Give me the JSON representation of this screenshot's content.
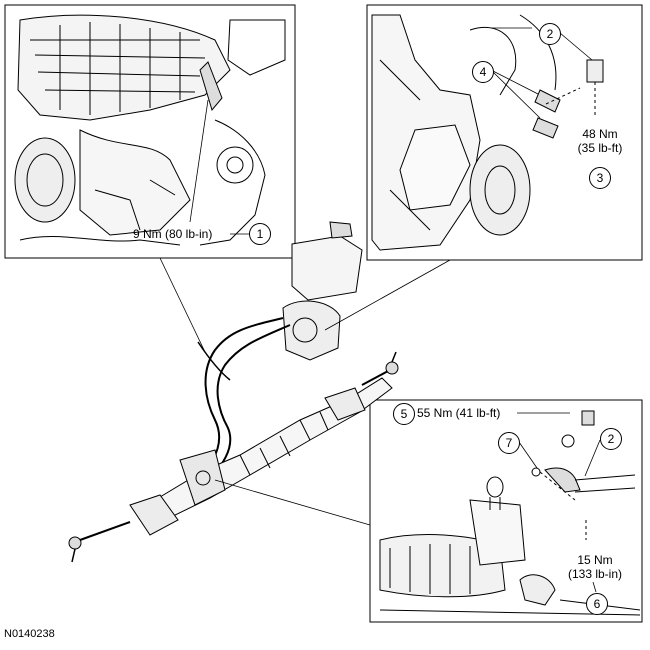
{
  "figure_id": "N0140238",
  "callouts": {
    "c1": "1",
    "c2a": "2",
    "c2b": "2",
    "c3": "3",
    "c4": "4",
    "c5": "5",
    "c6": "6",
    "c7": "7"
  },
  "torque": {
    "t1": "9 Nm (80 lb-in)",
    "t2_line1": "48 Nm",
    "t2_line2": "(35 lb-ft)",
    "t3": "55 Nm (41 lb-ft)",
    "t4_line1": "15 Nm",
    "t4_line2": "(133 lb-in)"
  }
}
